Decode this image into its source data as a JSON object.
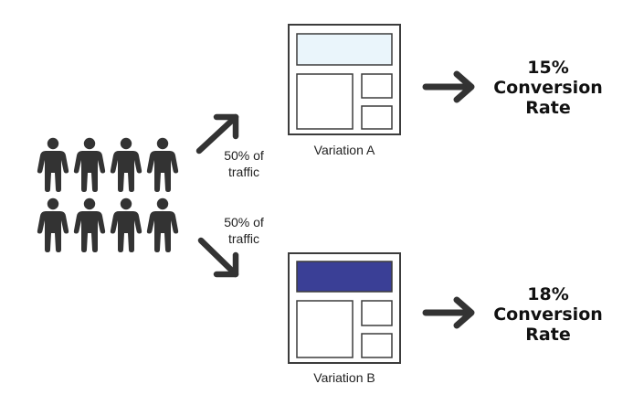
{
  "colors": {
    "ink": "#333333",
    "frame": "#3c3c3c",
    "header_a": "#eaf5fb",
    "header_b": "#3a3f96",
    "background": "#ffffff"
  },
  "icons": {
    "people": "person-icon",
    "arrows": "arrow-icon"
  },
  "people_count": 8,
  "split": {
    "top_label": "50% of traffic",
    "bottom_label": "50% of traffic"
  },
  "variation_a": {
    "caption": "Variation A",
    "result_value": "15%",
    "result_text": "Conversion Rate"
  },
  "variation_b": {
    "caption": "Variation B",
    "result_value": "18%",
    "result_text": "Conversion Rate"
  }
}
